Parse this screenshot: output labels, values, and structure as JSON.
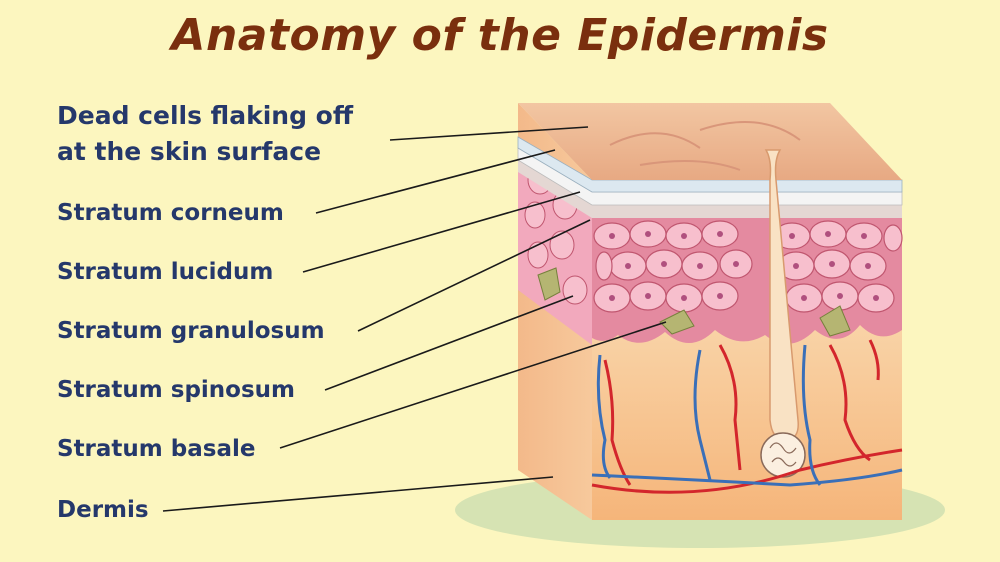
{
  "title": "Anatomy of the Epidermis",
  "labels": {
    "dead_cells_line1": "Dead cells flaking off",
    "dead_cells_line2": "at the skin surface",
    "corneum": "Stratum corneum",
    "lucidum": "Stratum lucidum",
    "granulosum": "Stratum granulosum",
    "spinosum": "Stratum spinosum",
    "basale": "Stratum basale",
    "dermis": "Dermis"
  },
  "colors": {
    "background": "#fcf6bf",
    "title": "#7a2f0e",
    "label_text": "#25386b",
    "leader_line": "#1a1a1a",
    "surface_cells": "#e8b38f",
    "cell_fill": "#f5b8c8",
    "dermis": "#f7c596",
    "artery": "#d3262c",
    "vein": "#3a6fb8",
    "shadow": "#cfe0b0"
  }
}
